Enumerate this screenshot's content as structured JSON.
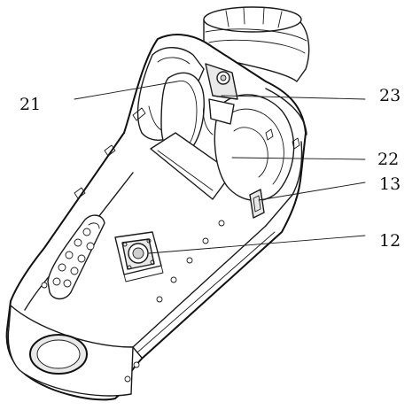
{
  "colors": {
    "line": "#1a1a1a",
    "background": "#ffffff"
  },
  "callouts": [
    {
      "id": "21",
      "label": "21"
    },
    {
      "id": "23",
      "label": "23"
    },
    {
      "id": "22",
      "label": "22"
    },
    {
      "id": "13",
      "label": "13"
    },
    {
      "id": "12",
      "label": "12"
    }
  ]
}
